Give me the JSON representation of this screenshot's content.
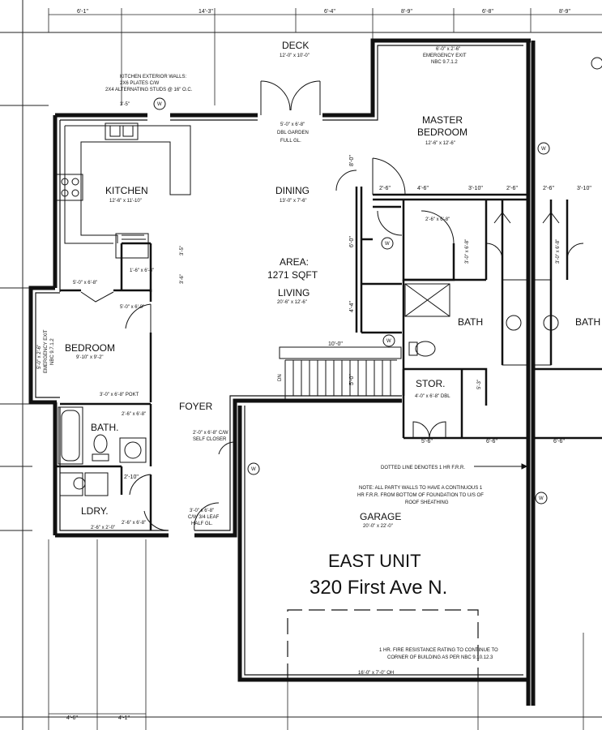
{
  "unit": {
    "title": "EAST UNIT",
    "address": "320 First Ave N."
  },
  "rooms": {
    "deck": {
      "name": "DECK",
      "size": "12'-0\" x 10'-0\""
    },
    "kitchen": {
      "name": "KITCHEN",
      "size": "12'-6\" x 11'-10\""
    },
    "dining": {
      "name": "DINING",
      "size": "13'-0\" x 7'-6\""
    },
    "area": {
      "label": "AREA:",
      "value": "1271 SQFT"
    },
    "living": {
      "name": "LIVING",
      "size": "20'-6\" x 12'-6\""
    },
    "bedroom": {
      "name": "BEDROOM",
      "size": "9'-10\" x 9'-2\""
    },
    "foyer": {
      "name": "FOYER"
    },
    "bath1": {
      "name": "BATH."
    },
    "laundry": {
      "name": "LDRY."
    },
    "garage": {
      "name": "GARAGE",
      "size": "20'-0\" x 22'-0\""
    },
    "master": {
      "name1": "MASTER",
      "name2": "BEDROOM",
      "size": "12'-6\" x 12'-6\""
    },
    "bath2": {
      "name": "BATH"
    },
    "bath3": {
      "name": "BATH"
    },
    "stor": {
      "name": "STOR."
    }
  },
  "notes": {
    "kitchen_walls": [
      "KITCHEN EXTERIOR WALLS:",
      "2X6 PLATES C/W",
      "2X4 ALTERNATING STUDS @ 16\" O.C."
    ],
    "emergency_exit": [
      "6'-0\" x 2'-6\"",
      "EMERGENCY EXIT",
      "NBC 9.7.1.2"
    ],
    "bedroom_exit": [
      "5'-0\" x 2'-6\"",
      "EMERGENCY EXIT",
      "NBC 9.7.1.2"
    ],
    "garden_door": [
      "5'-0\" x 6'-8\"",
      "DBL GARDEN",
      "FULL GL."
    ],
    "dotted_line": "DOTTED LINE DENOTES 1 HR F.R.R.",
    "party_walls": [
      "NOTE: ALL PARTY WALLS TO HAVE A CONTINUOUS 1",
      "HR F.R.R. FROM BOTTOM OF FOUNDATION TO U/S OF",
      "ROOF SHEATHING"
    ],
    "fire_rating": [
      "1 HR. FIRE RESISTANCE RATING TO CONTINUE TO",
      "CORNER OF BUILDING AS PER NBC 9.10.12.3"
    ],
    "garage_door": "16'-0\" x 7'-0\" OH",
    "bedroom_door": "3'-0\" x 6'-8\" POKT",
    "bath_door": "2'-6\" x 6'-8\"",
    "closet": [
      "2'-0\" x 6'-8\" C/W",
      "SELF CLOSER"
    ],
    "front_door": [
      "3'-0\" x 6'-8\"",
      "C/W 3/4 LEAF",
      "HALF GL."
    ],
    "ldry_door_a": "2'-6\" x 2'-0\"",
    "ldry_door_b": "2'-6\" x 6'-8\"",
    "stor_door": "4'-0\" x 6'-8\" DBL",
    "wardrobe": "5'-0\" x 6'-8\"",
    "bed_wardrobe": "5'-0\" x 6'-8\"",
    "pantry": "1'-6\" x 6'-8\"",
    "master_closet": "2'-6\" x 6'-8\"",
    "bath_door2": "3'-0\" x 6'-8\"",
    "bath_door3": "3'-0\" x 6'-8\"",
    "dn": "DN",
    "w_tag": "W"
  },
  "dimensions": {
    "top": [
      "6'-1\"",
      "14'-3\"",
      "6'-4\"",
      "8'-9\"",
      "6'-8\"",
      "8'-9\""
    ],
    "bottom": [
      "4'-6\"",
      "4'-1\""
    ],
    "right_mid": [
      "2'-6\"",
      "4'-6\"",
      "3'-10\"",
      "2'-6\"",
      "2'-6\"",
      "3'-10\""
    ],
    "side": [
      "8'-0\"",
      "6'-0\"",
      "4'-4\"",
      "5'-0\""
    ],
    "misc": [
      "10'-0\"",
      "3'-5\"",
      "5'-3\"",
      "5'-6\"",
      "6'-6\"",
      "2'-10\"",
      "3'-5\"",
      "3'-6\""
    ]
  },
  "colors": {
    "line": "#111111",
    "background": "#ffffff"
  }
}
